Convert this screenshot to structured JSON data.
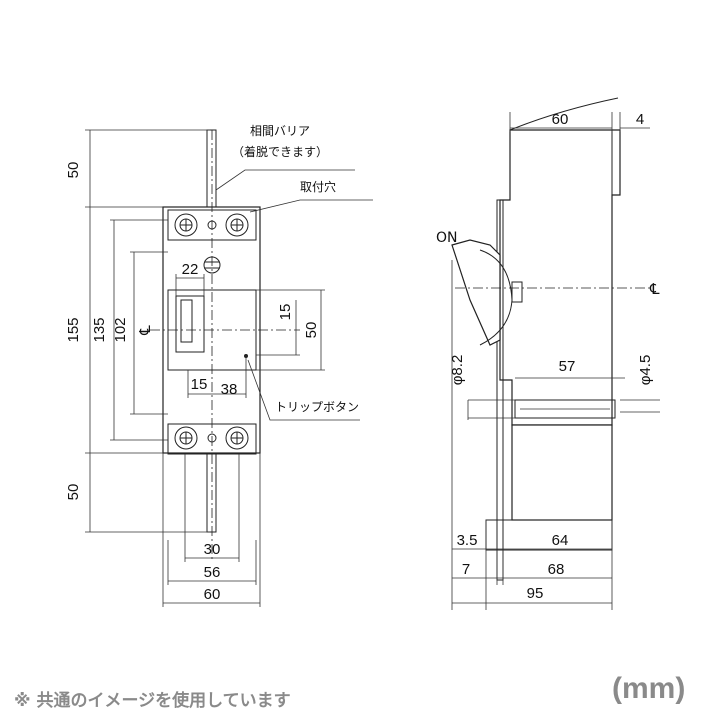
{
  "front_view": {
    "labels": {
      "phase_barrier": "相間バリア",
      "phase_barrier_note": "（着脱できます）",
      "mounting_hole": "取付穴",
      "trip_button": "トリップボタン",
      "centerline": "℄"
    },
    "dimensions": {
      "top_margin": "50",
      "height_total": "155",
      "height_135": "135",
      "height_102": "102",
      "handle_width": "22",
      "handle_offset_15": "15",
      "trip_offset_38": "38",
      "vert_15": "15",
      "vert_50": "50",
      "bottom_margin": "50",
      "width_30": "30",
      "width_56": "56",
      "width_60": "60"
    }
  },
  "side_view": {
    "labels": {
      "on": "ON",
      "centerline": "℄"
    },
    "dimensions": {
      "top_60": "60",
      "top_4": "4",
      "dia_8_2": "φ8.2",
      "dim_57": "57",
      "dia_4_5": "φ4.5",
      "dim_3_5": "3.5",
      "dim_64": "64",
      "dim_7": "7",
      "dim_68": "68",
      "dim_95": "95"
    }
  },
  "footer": {
    "note": "※ 共通のイメージを使用しています",
    "unit": "(mm)"
  }
}
